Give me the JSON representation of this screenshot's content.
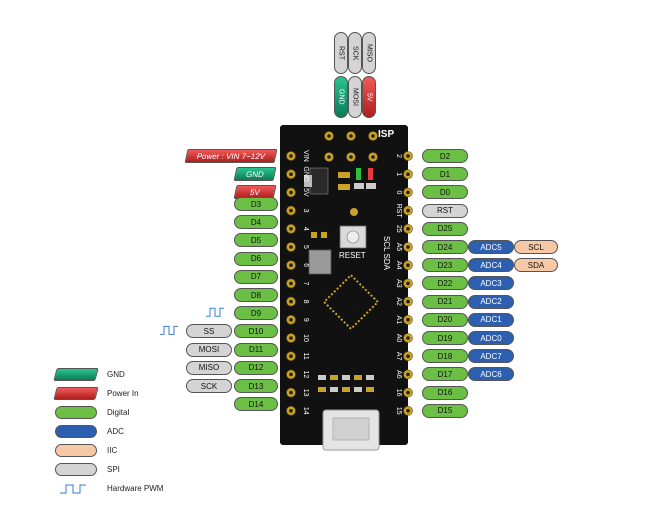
{
  "isp": {
    "title": "ISP",
    "top_pins": [
      "RST",
      "SCK",
      "MISO"
    ],
    "bottom_pins": [
      "GND",
      "MOSI",
      "5V"
    ]
  },
  "power": {
    "vin_label": "Power : VIN  7~12V",
    "gnd_label": "GND",
    "v5_label": "5V"
  },
  "board": {
    "reset_label": "RESET",
    "left_pin_labels": [
      "VIN",
      "GND",
      "5V",
      "3",
      "4",
      "5",
      "6",
      "7",
      "8",
      "9",
      "10",
      "11",
      "12",
      "13",
      "14"
    ],
    "right_pin_labels": [
      "2",
      "1",
      "0",
      "RST",
      "25",
      "A5",
      "A4",
      "A3",
      "A2",
      "A1",
      "A0",
      "A7",
      "A6",
      "16",
      "15"
    ],
    "scl_sda_label": "SCL SDA"
  },
  "left_pins": [
    {
      "label": "D3"
    },
    {
      "label": "D4"
    },
    {
      "label": "D5"
    },
    {
      "label": "D6"
    },
    {
      "label": "D7"
    },
    {
      "label": "D8"
    },
    {
      "label": "D9",
      "pwm": true
    },
    {
      "label": "D10",
      "spi": "SS",
      "pwm": true
    },
    {
      "label": "D11",
      "spi": "MOSI"
    },
    {
      "label": "D12",
      "spi": "MISO"
    },
    {
      "label": "D13",
      "spi": "SCK"
    },
    {
      "label": "D14"
    }
  ],
  "right_pins": [
    {
      "label": "D2"
    },
    {
      "label": "D1"
    },
    {
      "label": "D0"
    },
    {
      "label": "RST",
      "type": "spi"
    },
    {
      "label": "D25"
    },
    {
      "label": "D24",
      "adc": "ADC5",
      "iic": "SCL"
    },
    {
      "label": "D23",
      "adc": "ADC4",
      "iic": "SDA"
    },
    {
      "label": "D22",
      "adc": "ADC3"
    },
    {
      "label": "D21",
      "adc": "ADC2"
    },
    {
      "label": "D20",
      "adc": "ADC1"
    },
    {
      "label": "D19",
      "adc": "ADC0"
    },
    {
      "label": "D18",
      "adc": "ADC7"
    },
    {
      "label": "D17",
      "adc": "ADC6"
    },
    {
      "label": "D16"
    },
    {
      "label": "D15"
    }
  ],
  "legend": [
    {
      "label": "GND",
      "kind": "gnd"
    },
    {
      "label": "Power In",
      "kind": "power"
    },
    {
      "label": "Digital",
      "kind": "digital"
    },
    {
      "label": "ADC",
      "kind": "adc"
    },
    {
      "label": "IIC",
      "kind": "iic"
    },
    {
      "label": "SPI",
      "kind": "spi"
    },
    {
      "label": "Hardware PWM",
      "kind": "pwm"
    }
  ],
  "colors": {
    "digital": "#6cbf45",
    "adc": "#2d5fb0",
    "iic": "#f7c8a6",
    "spi": "#d4d4d4",
    "gnd": "#1aa37a",
    "power": "#d63b3b",
    "board": "#111111",
    "pad": "#c9a227"
  }
}
